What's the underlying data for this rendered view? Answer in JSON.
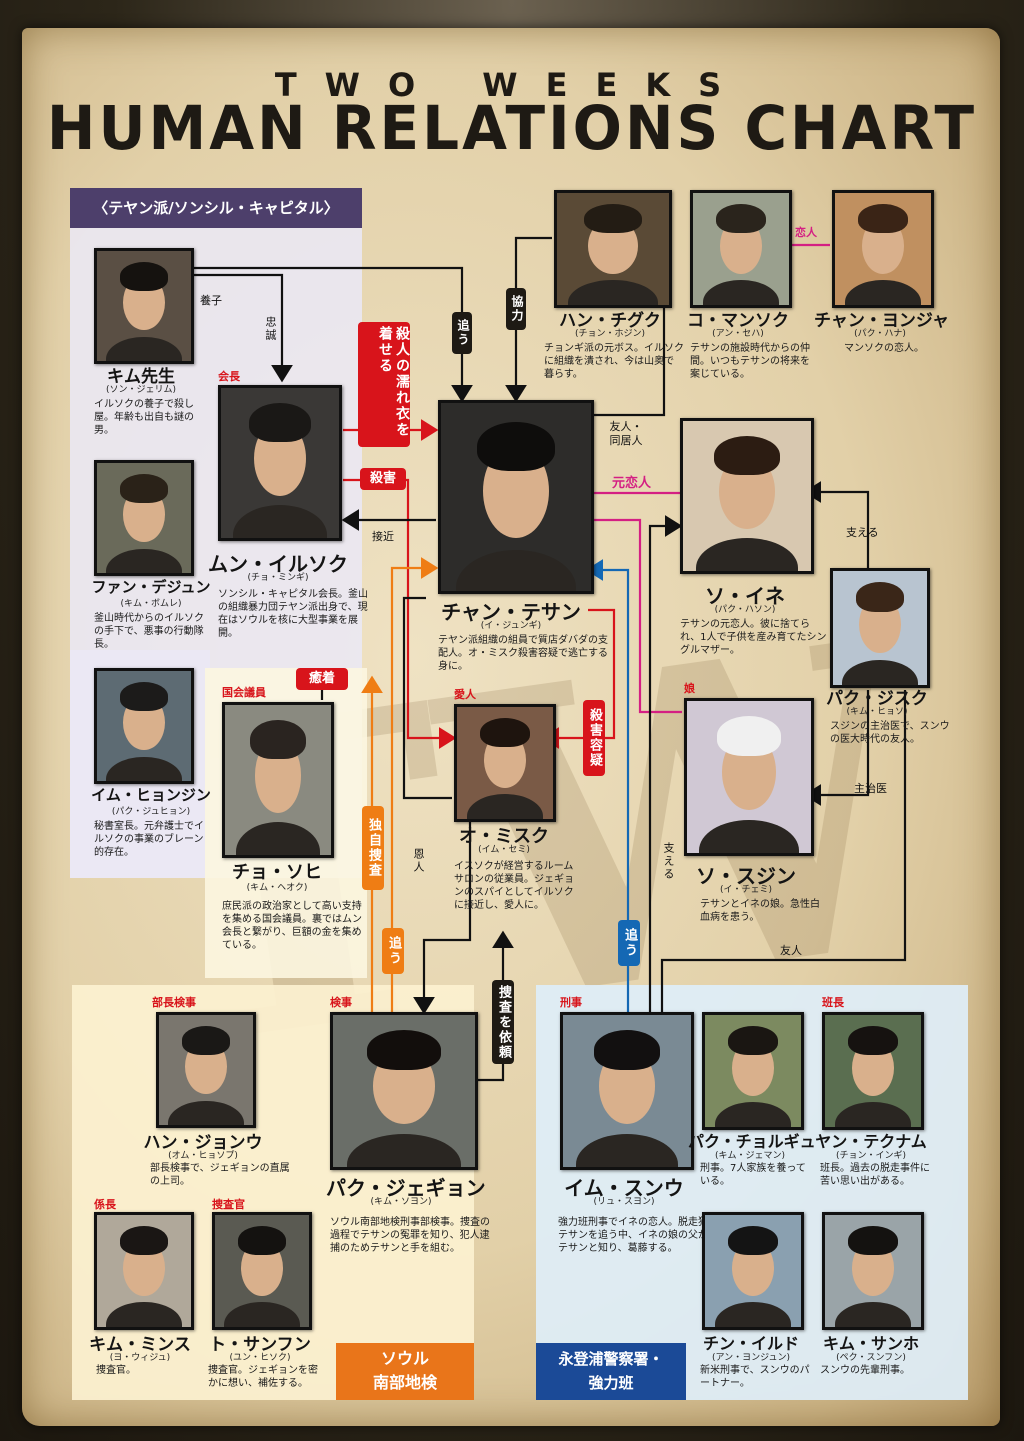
{
  "title": {
    "top": "TWO WEEKS",
    "main": "HUMAN RELATIONS CHART"
  },
  "groups": {
    "teyan": "〈テヤン派/ソンシル・キャピタル〉",
    "seoul": "ソウル\n南部地検",
    "police": "永登浦警察署・\n強力班"
  },
  "characters": {
    "kim": {
      "name": "キム先生",
      "actor": "(ソン・ジェリム)",
      "desc": "イルソクの養子で殺し屋。年齢も出自も謎の男。"
    },
    "hwang": {
      "name": "ファン・デジュン",
      "actor": "(キム・ボムレ)",
      "desc": "釜山時代からのイルソクの手下で、悪事の行動隊長。"
    },
    "imh": {
      "name": "イム・ヒョンジン",
      "actor": "(パク・ジュヒョン)",
      "desc": "秘書室長。元弁護士でイルソクの事業のブレーン的存在。"
    },
    "moon": {
      "name": "ムン・イルソク",
      "actor": "(チョ・ミンギ)",
      "role": "会長",
      "desc": "ソンシル・キャピタル会長。釜山の組織暴力団テヤン派出身で、現在はソウルを核に大型事業を展開。"
    },
    "jang": {
      "name": "チャン・テサン",
      "actor": "(イ・ジュンギ)",
      "desc": "テヤン派組織の組員で質店ダバダの支配人。オ・ミスク殺害容疑で逃亡する身に。"
    },
    "han": {
      "name": "ハン・チグク",
      "actor": "(チョン・ホジン)",
      "desc": "チョンギ派の元ボス。イルソクに組織を潰され、今は山奥で暮らす。"
    },
    "ko": {
      "name": "コ・マンソク",
      "actor": "(アン・セハ)",
      "desc": "テサンの施設時代からの仲間。いつもテサンの将来を案じている。"
    },
    "jangy": {
      "name": "チャン・ヨンジャ",
      "actor": "(パク・ハナ)",
      "desc": "マンソクの恋人。"
    },
    "soine": {
      "name": "ソ・イネ",
      "actor": "(パク・ハソン)",
      "desc": "テサンの元恋人。彼に捨てられ、1人で子供を産み育てたシングルマザー。"
    },
    "parkj": {
      "name": "パク・ジスク",
      "actor": "(キム・ヒョソ)",
      "desc": "スジンの主治医で、スンウの医大時代の友人。"
    },
    "sujin": {
      "name": "ソ・スジン",
      "actor": "(イ・チェミ)",
      "role": "娘",
      "desc": "テサンとイネの娘。急性白血病を患う。"
    },
    "omisuk": {
      "name": "オ・ミスク",
      "actor": "(イム・セミ)",
      "role": "愛人",
      "desc": "イスソクが経営するルームサロンの従業員。ジェギョンのスパイとしてイルソクに接近し、愛人に。"
    },
    "cho": {
      "name": "チョ・ソヒ",
      "actor": "(キム・ヘオク)",
      "role": "国会議員",
      "desc": "庶民派の政治家として高い支持を集める国会議員。裏ではムン会長と繋がり、巨額の金を集めている。"
    },
    "hanj": {
      "name": "ハン・ジョンウ",
      "actor": "(オム・ヒョソプ)",
      "role": "部長検事",
      "desc": "部長検事で、ジェギョンの直属の上司。"
    },
    "parkjg": {
      "name": "パク・ジェギョン",
      "actor": "(キム・ソヨン)",
      "role": "検事",
      "desc": "ソウル南部地検刑事部検事。捜査の過程でテサンの冤罪を知り、犯人逮捕のためテサンと手を組む。"
    },
    "kimm": {
      "name": "キム・ミンス",
      "actor": "(ヨ・ウィジュ)",
      "role": "係長",
      "desc": "捜査官。"
    },
    "to": {
      "name": "ト・サンフン",
      "actor": "(ユン・ヒソク)",
      "role": "捜査官",
      "desc": "捜査官。ジェギョンを密かに想い、補佐する。"
    },
    "ims": {
      "name": "イム・スンウ",
      "actor": "(リュ・スヨン)",
      "role": "刑事",
      "desc": "強力班刑事でイネの恋人。脱走犯テサンを追う中、イネの娘の父がテサンと知り、葛藤する。"
    },
    "parkc": {
      "name": "パク・チョルギュ",
      "actor": "(キム・ジェマン)",
      "desc": "刑事。7人家族を養っている。"
    },
    "yang": {
      "name": "ヤン・テクナム",
      "actor": "(チョン・インギ)",
      "role": "班長",
      "desc": "班長。過去の脱走事件に苦い思い出がある。"
    },
    "jin": {
      "name": "チン・イルド",
      "actor": "(アン・ヨンジュン)",
      "desc": "新米刑事で、スンウのパートナー。"
    },
    "kims": {
      "name": "キム・サンホ",
      "actor": "(ペク・スンフン)",
      "desc": "スンウの先輩刑事。"
    }
  },
  "relations": {
    "yoshi": "養子",
    "chusei": "忠誠",
    "oi1": "追う",
    "kyoryoku": "協力",
    "koibito": "恋人",
    "nureginu": "殺人の濡れ衣を着せる",
    "satsugai": "殺害",
    "sekkin": "接近",
    "yujin_dokyo": "友人・同居人",
    "motokoibito": "元恋人",
    "sasaeru1": "支える",
    "yuchaku": "癒着",
    "satsugai_yogi": "殺害容疑",
    "shujii": "主治医",
    "dokuji": "独自捜査",
    "oi2": "追う",
    "onjin": "恩人",
    "sosa_irai": "捜査を依頼",
    "oi3": "追う",
    "sasaeru2": "支える",
    "yujin": "友人"
  },
  "colors": {
    "red": "#d8141b",
    "orange": "#ef7d14",
    "blue": "#1468b4",
    "magenta": "#d41f83",
    "purple_panel": "#4d3f6b",
    "orange_panel": "#e9751a",
    "blue_panel": "#1b4a97"
  }
}
